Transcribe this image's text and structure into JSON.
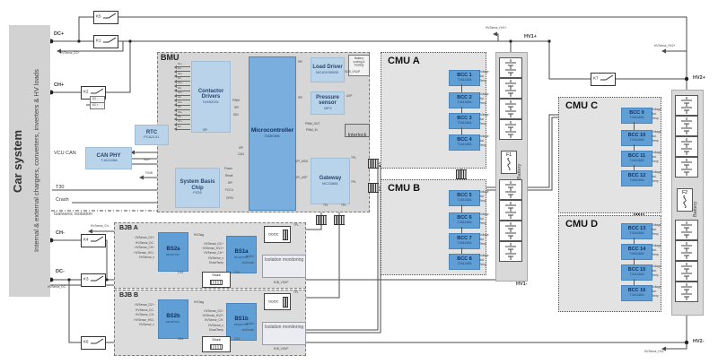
{
  "car_system": {
    "title": "Car system",
    "subtitle": "Internal & external chargers, converters, inverters & HV loads"
  },
  "terminals": {
    "dc_plus": "DC+",
    "ch_plus": "CH+",
    "ch_minus": "CH-",
    "dc_minus": "DC-"
  },
  "hv": {
    "hv1_plus": "HV1+",
    "hv1_minus": "HV1-",
    "hv2_plus": "HV2+",
    "hv2_minus": "HV2-"
  },
  "sense": {
    "dc_plus": "HVSense_DC+",
    "ch_minus": "HVSense_CH-",
    "dc_minus": "HVSense_DC-",
    "hv1_plus": "HVSense_HV1+",
    "hv2_plus": "HVSense_HV2+",
    "hv2_minus": "HVSense_HV2-"
  },
  "relays": {
    "k1": "K1",
    "k2": "K2",
    "k2_minus": "K2 -",
    "k2_plus": "K2 +",
    "k3": "K3",
    "k4": "K4",
    "k5": "K5",
    "k6": "K6",
    "k7": "K7"
  },
  "bmu": {
    "title": "BMU",
    "galvanic": "Galvanic isolation",
    "ports": {
      "vcu_can": "VCU CAN",
      "t30": "T30",
      "crash": "Crash"
    },
    "contactor_drivers": {
      "name": "Contactor Drivers",
      "part": "7xHB2001",
      "pins": [
        "K1+",
        "K1-",
        "K2+",
        "K2-",
        "K3+",
        "K3-",
        "K4+",
        "K4-",
        "K5+",
        "K5-",
        "K6+",
        "K6-",
        "K7+",
        "K7-"
      ]
    },
    "mcu": {
      "name": "Microcontroller",
      "part": "S32K396"
    },
    "load_driver": {
      "name": "Load Driver",
      "part": "MC40XS6500"
    },
    "battery_cooling": "Battery cooling & heating",
    "pressure_sensor": {
      "name": "Pressure sensor",
      "part": "MPX"
    },
    "interlock": "Interlock",
    "gateway": {
      "name": "Gateway",
      "part": "MC33665"
    },
    "rtc": {
      "name": "RTC",
      "part": "PCA2131"
    },
    "can_phy": {
      "name": "CAN PHY",
      "part": "TJA1145A"
    },
    "sbc": {
      "name": "System Basis Chip",
      "part": "FS26"
    },
    "sig": {
      "pwm": "PWM",
      "spi": "SPI",
      "din": "DIN",
      "can": "CAN",
      "wup": "WUP",
      "fs0b": "FS0B",
      "power": "Power",
      "reset": "Reset",
      "fccu": "FCCU",
      "gpio": "GPIO",
      "pwm_out": "PWM_OUT",
      "pwm_in": "PWM_IN",
      "spi_msg": "SPI_MSG",
      "spi_asp": "SPI_ASP",
      "asp": "ASP",
      "sub_vsup": "SUB_VSUP",
      "tpl": "TPL"
    }
  },
  "cmus": [
    {
      "title": "CMU A",
      "bccs": [
        {
          "name": "BCC 1",
          "part": "TJA1145A"
        },
        {
          "name": "BCC 2",
          "part": "TJA1145A"
        },
        {
          "name": "BCC 3",
          "part": "TJA1145A"
        },
        {
          "name": "BCC 4",
          "part": "TJA1145A"
        }
      ]
    },
    {
      "title": "CMU B",
      "bccs": [
        {
          "name": "BCC 5",
          "part": "TJA1145A"
        },
        {
          "name": "BCC 6",
          "part": "TJA1145A"
        },
        {
          "name": "BCC 7",
          "part": "TJA1145A"
        },
        {
          "name": "BCC 8",
          "part": "TJA1145A"
        }
      ]
    },
    {
      "title": "CMU C",
      "bccs": [
        {
          "name": "BCC 9",
          "part": "TJA1145A"
        },
        {
          "name": "BCC 10",
          "part": "TJA1145A"
        },
        {
          "name": "BCC 11",
          "part": "TJA1145A"
        },
        {
          "name": "BCC 12",
          "part": "TJA1145A"
        }
      ]
    },
    {
      "title": "CMU D",
      "bccs": [
        {
          "name": "BCC 13",
          "part": "TJA1145A"
        },
        {
          "name": "BCC 14",
          "part": "TJA1145A"
        },
        {
          "name": "BCC 15",
          "part": "TJA1145A"
        },
        {
          "name": "BCC 16",
          "part": "TJA1145A"
        }
      ]
    }
  ],
  "bcc_side_labels": [
    "Voltage",
    "Bal.",
    "Temp"
  ],
  "battery": {
    "label": "Battery",
    "fuse1": "F1",
    "fuse2": "F2"
  },
  "bjbs": [
    {
      "title": "BJB A",
      "bs2": {
        "name": "BS2a",
        "part": "MC33772C"
      },
      "bs1": {
        "name": "BS1a",
        "part": "MC33772C"
      },
      "left_inputs": [
        "HVSense_DC+",
        "HVSense_DC-",
        "HVSense_CH+",
        "HVSense_HV1-",
        "HVSense_x"
      ],
      "mid_inputs": [
        "HVSense_DC+",
        "HVSense_HV1+",
        "HVSense_CH+",
        "HVSense_x",
        "ShuntTemp"
      ],
      "hvdiag": "HVDiag",
      "cs_left": "CS4",
      "cs_right": "CS1",
      "shunt": "Shunt",
      "iso": "Isolation monitoring",
      "iso_drv": "IsoDrv",
      "iso_sense": "IsoSense",
      "dcdc": "DC/DC",
      "tpl": "TPL",
      "vsup": "BJB_VSUP"
    },
    {
      "title": "BJB B",
      "bs2": {
        "name": "BS2b",
        "part": "MC33772C"
      },
      "bs1": {
        "name": "BS1b",
        "part": "MC33772C"
      },
      "left_inputs": [
        "HVSense_DC+",
        "HVSense_DC-",
        "HVSense_CH-",
        "HVSense_HV2-",
        "HVSense_x"
      ],
      "mid_inputs": [
        "HVSense_DC+",
        "HVSense_HV2+",
        "HVSense_CH-",
        "HVSense_x",
        "ShuntTemp"
      ],
      "hvdiag": "HVDiag",
      "cs_left": "CS4",
      "cs_right": "CS1",
      "shunt": "Shunt",
      "iso": "Isolation monitoring",
      "iso_drv": "IsoDrv",
      "iso_sense": "IsoSense",
      "dcdc": "DC/DC",
      "tpl": "TPL",
      "vsup": "BJB_VSUP"
    }
  ]
}
